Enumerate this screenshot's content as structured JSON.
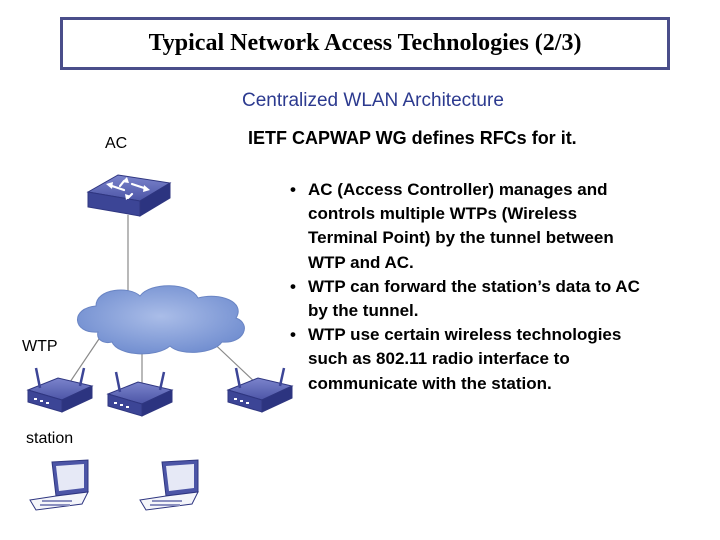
{
  "slide": {
    "title": "Typical Network Access Technologies (2/3)",
    "subtitle": "Centralized WLAN Architecture"
  },
  "diagram": {
    "ac_label": "AC",
    "wtp_label": "WTP",
    "station_label": "station",
    "ac_device_icon": "switch-icon",
    "wtp_device_icon": "wireless-access-point-icon",
    "station_device_icon": "laptop-icon",
    "cloud_icon": "network-cloud-icon"
  },
  "text": {
    "heading": "IETF CAPWAP WG defines RFCs for it.",
    "bullets": [
      {
        "marker": "•",
        "lines": [
          "AC (Access Controller) manages and",
          "controls multiple WTPs (Wireless",
          "Terminal Point) by the tunnel between",
          "WTP and AC."
        ]
      },
      {
        "marker": "•",
        "lines": [
          "WTP can forward the station’s data to AC",
          "by the tunnel."
        ]
      },
      {
        "marker": "•",
        "lines": [
          "WTP use certain wireless technologies",
          "such as  802.11 radio interface to",
          "communicate with the station."
        ]
      }
    ]
  },
  "colors": {
    "title_border": "#4a4e8a",
    "subtitle": "#2c3a8f",
    "device_blue": "#5b64b6",
    "cloud_blue": "#7f9bd6"
  }
}
